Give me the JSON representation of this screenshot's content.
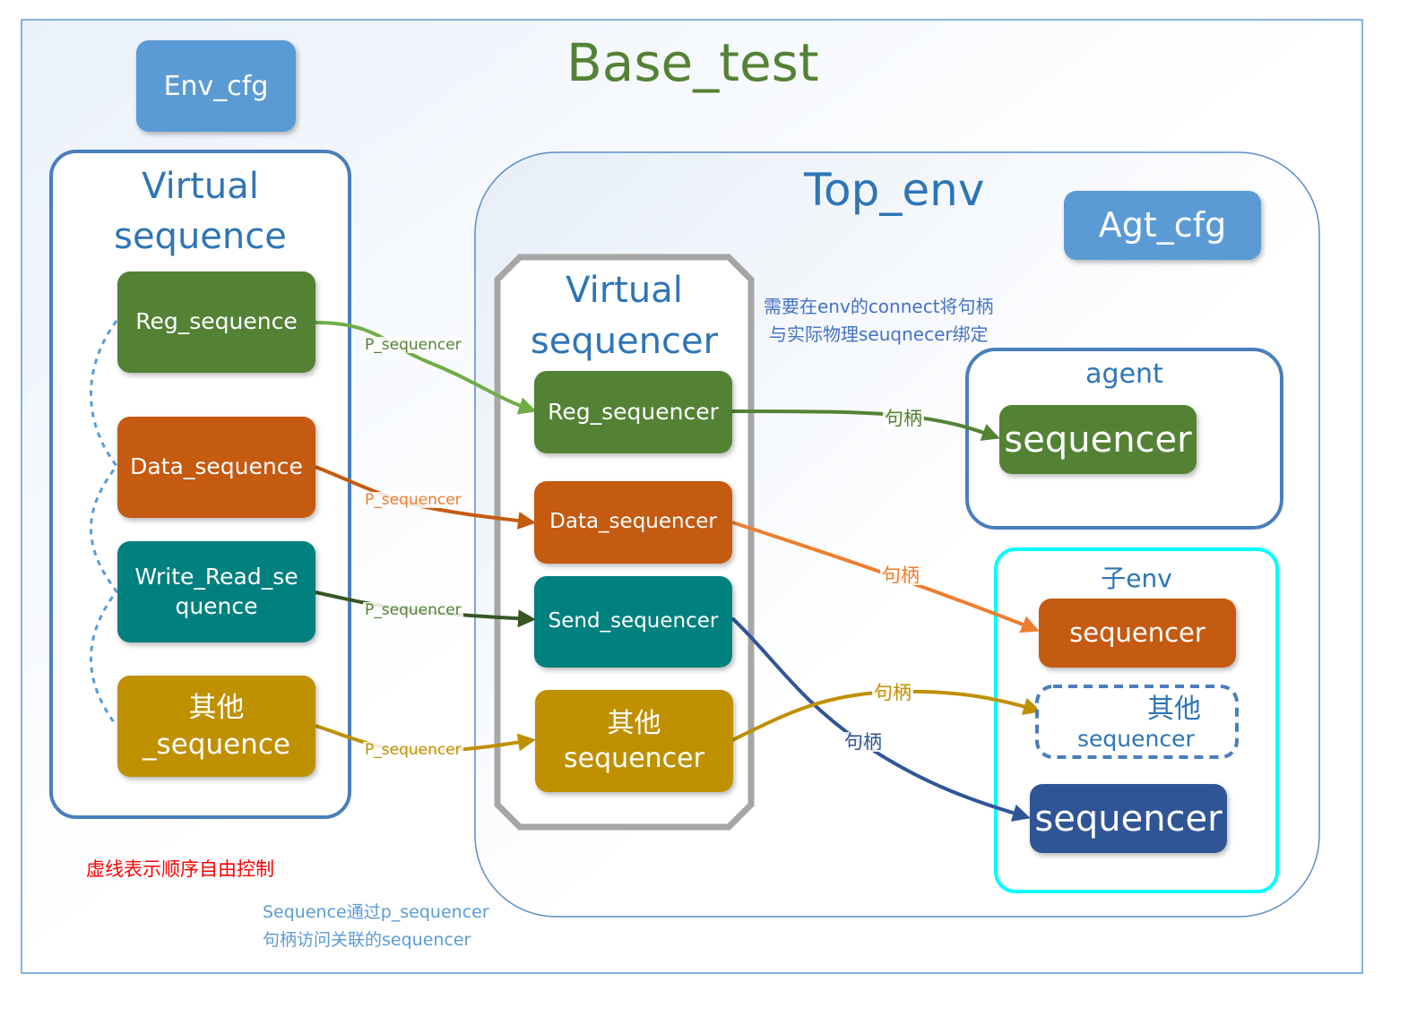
{
  "title": "Base_test",
  "env_cfg": "Env_cfg",
  "virtual_sequence": {
    "title_line1": "Virtual",
    "title_line2": "sequence",
    "items": [
      {
        "label_line1": "Reg_sequence",
        "label_line2": ""
      },
      {
        "label_line1": "Data_sequence",
        "label_line2": ""
      },
      {
        "label_line1": "Write_Read_se",
        "label_line2": "quence"
      },
      {
        "label_line1": "其他",
        "label_line2": "_sequence"
      }
    ]
  },
  "top_env": {
    "title": "Top_env",
    "agt_cfg": "Agt_cfg",
    "virtual_sequencer": {
      "title_line1": "Virtual",
      "title_line2": "sequencer",
      "items": [
        {
          "label_line1": "Reg_sequencer",
          "label_line2": ""
        },
        {
          "label_line1": "Data_sequencer",
          "label_line2": ""
        },
        {
          "label_line1": "Send_sequencer",
          "label_line2": ""
        },
        {
          "label_line1": "其他",
          "label_line2": "sequencer"
        }
      ]
    },
    "note_line1": "需要在env的connect将句柄",
    "note_line2": "与实际物理seuqnecer绑定",
    "agent": {
      "title": "agent",
      "sequencer": "sequencer"
    },
    "sub_env": {
      "title": "子env",
      "sequencer_orange": "sequencer",
      "other_line1": "其他",
      "other_line2": "sequencer",
      "sequencer_blue": "sequencer"
    }
  },
  "edge_labels": {
    "p_sequencer": "P_sequencer",
    "handle": "句柄"
  },
  "notes": {
    "dashed_meaning": "虚线表示顺序自由控制",
    "bottom_line1": "Sequence通过p_sequencer",
    "bottom_line2": "句柄访问关联的sequencer"
  },
  "colors": {
    "green": "#548235",
    "orange": "#c55a11",
    "teal": "#00807f",
    "gold": "#bf9000",
    "navy": "#2f5597",
    "sky": "#5b9bd5",
    "arrow_light_green": "#70ad47",
    "arrow_dark_green": "#375623",
    "arrow_orange": "#ed7d31"
  }
}
